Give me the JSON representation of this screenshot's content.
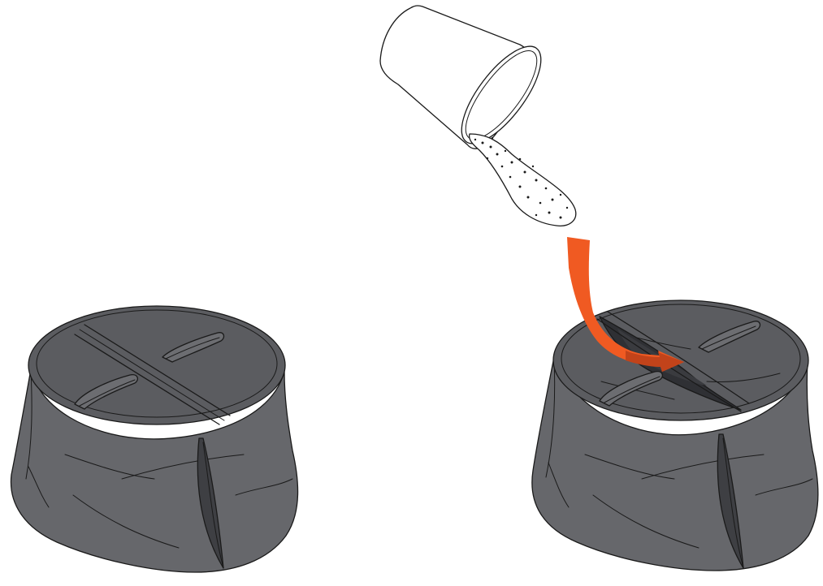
{
  "figure": {
    "panels": [
      {
        "id": "left",
        "state": "closed"
      },
      {
        "id": "right",
        "state": "open"
      }
    ],
    "colors": {
      "bag_body": "#66676b",
      "bag_lid": "#5b5c60",
      "slit_dark": "#35363a",
      "arrow": "#f05a22",
      "outline": "#1a1a1a",
      "cup_fill": "#ffffff",
      "particles": "#1a1a1a"
    },
    "icons": [
      "cup-icon",
      "pouring-stream-icon",
      "pour-arrow-icon",
      "closed-bag-icon",
      "open-bag-icon"
    ]
  }
}
